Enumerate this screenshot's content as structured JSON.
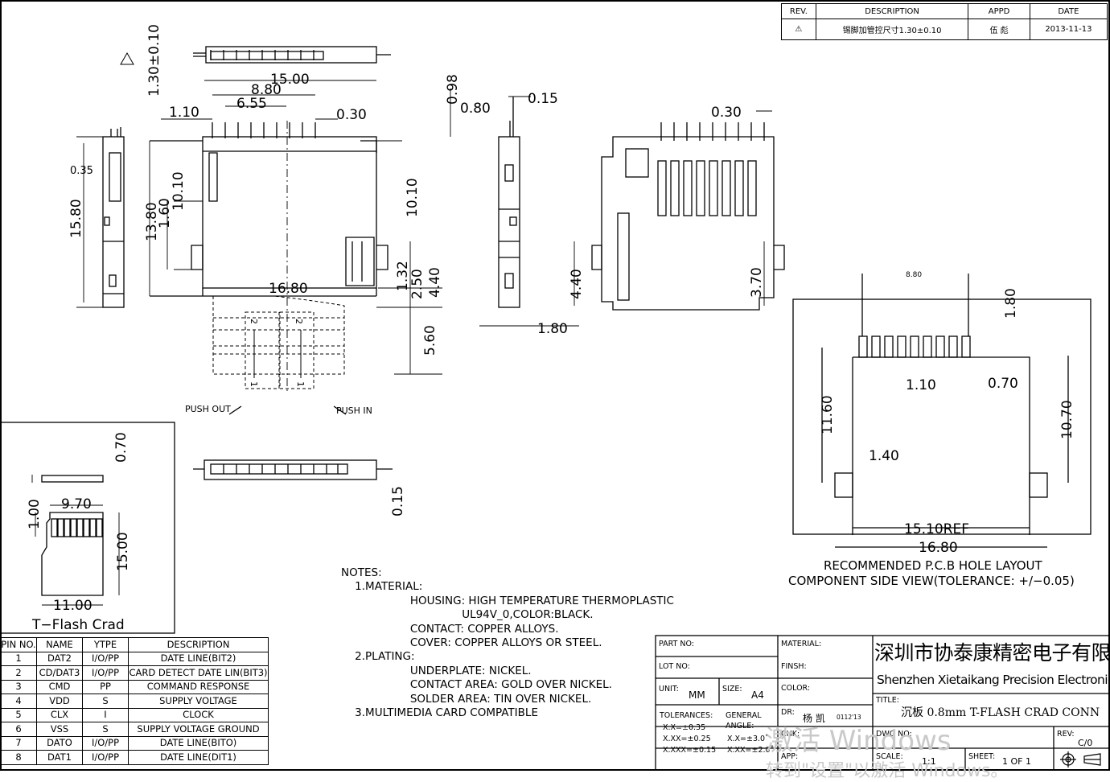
{
  "revision_table": {
    "headers": [
      "REV.",
      "DESCRIPTION",
      "APPD",
      "DATE"
    ],
    "row": {
      "rev": "⚠",
      "description": "锡脚加管控尺寸1.30±0.10",
      "appd": "伍 彪",
      "date": "2013-11-13"
    }
  },
  "dimensions": {
    "top_view": {
      "d_1_30": "1.30±0.10",
      "d_15_00": "15.00",
      "d_8_80": "8.80",
      "d_6_55": "6.55",
      "d_1_10": "1.10",
      "d_0_30": "0.30",
      "d_0_35": "0.35",
      "d_15_80": "15.80",
      "d_13_80": "13.80",
      "d_1_60": "1.60",
      "d_10_10": "10.10",
      "d_10_10_r": "10.10",
      "d_16_80": "16.80",
      "d_1_32": "1.32",
      "d_2_50": "2.50",
      "d_4_40": "4.40",
      "d_5_60": "5.60",
      "push_out": "PUSH OUT",
      "push_in": "PUSH IN",
      "card_mark_2": "2",
      "card_mark_1": "1"
    },
    "side_view": {
      "d_0_98": "0.98",
      "d_0_80": "0.80",
      "d_0_15": "0.15",
      "d_1_80": "1.80",
      "d_0_15_b": "0.15"
    },
    "right_view": {
      "d_0_30": "0.30",
      "d_4_40": "4.40",
      "d_3_70": "3.70"
    },
    "pcb": {
      "d_8_80": "8.80",
      "d_1_80": "1.80",
      "d_1_10": "1.10",
      "d_0_70": "0.70",
      "d_11_60": "11.60",
      "d_10_70": "10.70",
      "d_1_40": "1.40",
      "d_15_10": "15.10REF",
      "d_16_80": "16.80",
      "caption1": "RECOMMENDED P.C.B HOLE LAYOUT",
      "caption2": "COMPONENT SIDE VIEW(TOLERANCE: +/−0.05)"
    }
  },
  "tflash": {
    "d_0_70": "0.70",
    "d_9_70": "9.70",
    "d_1_00": "1.00",
    "d_15_00": "15.00",
    "d_11_00": "11.00",
    "caption": "T−Flash Crad"
  },
  "pin_table": {
    "headers": [
      "PIN NO.",
      "NAME",
      "YTPE",
      "DESCRIPTION"
    ],
    "rows": [
      [
        "1",
        "DAT2",
        "I/O/PP",
        "DATE LINE(BIT2)"
      ],
      [
        "2",
        "CD/DAT3",
        "I/O/PP",
        "CARD DETECT DATE LIN(BIT3)"
      ],
      [
        "3",
        "CMD",
        "PP",
        "COMMAND RESPONSE"
      ],
      [
        "4",
        "VDD",
        "S",
        "SUPPLY VOLTAGE"
      ],
      [
        "5",
        "CLX",
        "I",
        "CLOCK"
      ],
      [
        "6",
        "VSS",
        "S",
        "SUPPLY VOLTAGE GROUND"
      ],
      [
        "7",
        "DATO",
        "I/O/PP",
        "DATE LINE(BITO)"
      ],
      [
        "8",
        "DAT1",
        "I/O/PP",
        "DATE LINE(DIT1)"
      ]
    ]
  },
  "notes": {
    "text": "NOTES:\n    1.MATERIAL:\n                    HOUSING: HIGH TEMPERATURE THERMOPLASTIC\n                                   UL94V_0,COLOR:BLACK.\n                    CONTACT: COPPER ALLOYS.\n                    COVER: COPPER ALLOYS OR STEEL.\n    2.PLATING:\n                    UNDERPLATE: NICKEL.\n                    CONTACT AREA: GOLD OVER NICKEL.\n                    SOLDER AREA: TIN OVER NICKEL.\n    3.MULTIMEDIA CARD COMPATIBLE"
  },
  "title_block": {
    "part_no": "PART NO:",
    "lot_no": "LOT NO:",
    "unit_label": "UNIT:",
    "unit_value": "MM",
    "size_label": "SIZE:",
    "size_value": "A4",
    "tolerances_label": "TOLERANCES:",
    "tol1": "X.X=±0.35",
    "tol2": "X.XX=±0.25",
    "tol3": "X.XXX=±0.15",
    "general_label": "GENERAL",
    "angle_label": "ANGLE:",
    "ang1": "X.X=±3.0˚",
    "ang2": "X.XX=±2.0˚",
    "material": "MATERIAL:",
    "finish": "FINSH:",
    "color": "COLOR:",
    "dr_label": "DR:",
    "dr_value": "杨 凯",
    "dr_date": "0112'13",
    "chk": "CHK:",
    "app": "APP:",
    "company_cn": "深圳市协泰康精密电子有限公司",
    "company_en": "Shenzhen Xietaikang Precision Electronic Co.,Ltd",
    "title_label": "TITLE:",
    "title_value": "沉板 0.8mm T-FLASH CRAD CONN",
    "dwg_no": "DWG NO:",
    "rev_label": "REV:",
    "rev_value": "C/0",
    "scale_label": "SCALE:",
    "scale_value": "1:1",
    "sheet_label": "SHEET:",
    "sheet_value": "1 OF 1"
  },
  "watermark": {
    "line1": "激活 Windows",
    "line2": "转到\"设置\"以激活 Windows。"
  }
}
